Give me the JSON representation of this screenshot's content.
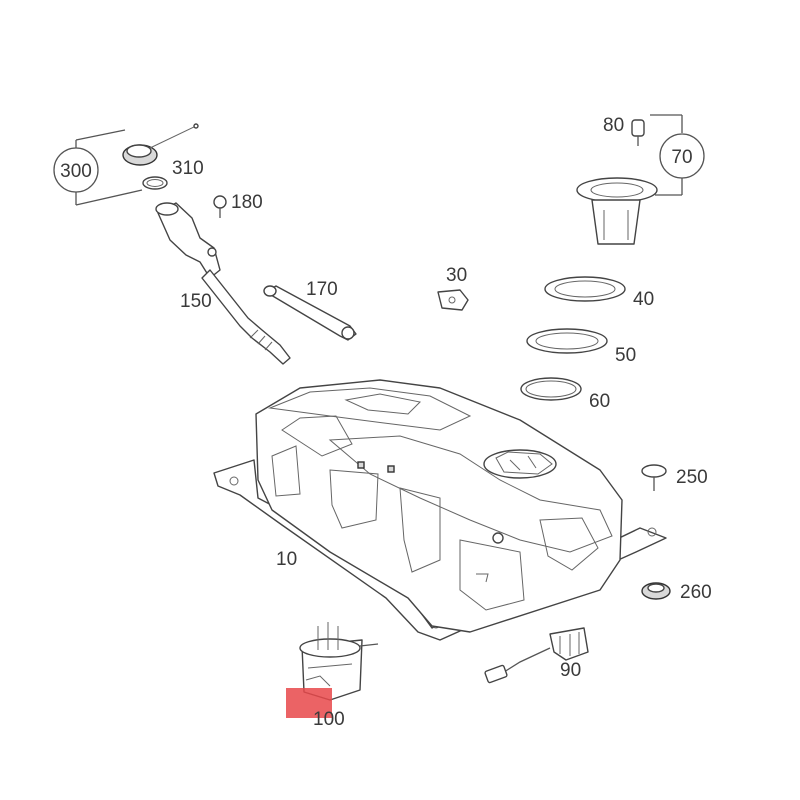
{
  "callouts": {
    "c300": "300",
    "c310": "310",
    "c180": "180",
    "c150": "150",
    "c170": "170",
    "c80": "80",
    "c70": "70",
    "c30": "30",
    "c40": "40",
    "c50": "50",
    "c60": "60",
    "c250": "250",
    "c10": "10",
    "c260": "260",
    "c90": "90",
    "c100": "100"
  },
  "colors": {
    "line": "#444444",
    "text": "#3a3a3a",
    "highlight": "#e8484a"
  }
}
